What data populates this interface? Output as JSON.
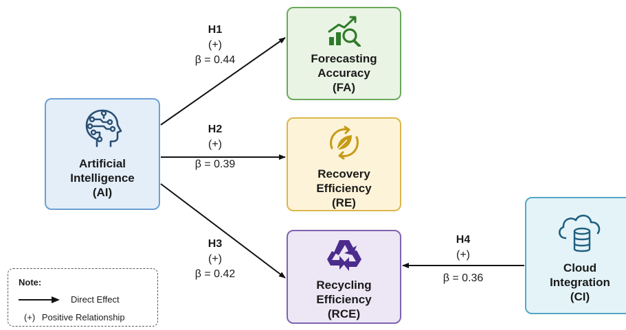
{
  "nodes": {
    "ai": {
      "line1": "Artificial",
      "line2": "Intelligence",
      "abbr": "(AI)"
    },
    "fa": {
      "line1": "Forecasting",
      "line2": "Accuracy",
      "abbr": "(FA)"
    },
    "re": {
      "line1": "Recovery",
      "line2": "Efficiency",
      "abbr": "(RE)"
    },
    "rce": {
      "line1": "Recycling",
      "line2": "Efficiency",
      "abbr": "(RCE)"
    },
    "ci": {
      "line1": "Cloud",
      "line2": "Integration",
      "abbr": "(CI)"
    }
  },
  "hypotheses": [
    {
      "id": "H1",
      "sign": "(+)",
      "beta": "β = 0.44"
    },
    {
      "id": "H2",
      "sign": "(+)",
      "beta": "β = 0.39"
    },
    {
      "id": "H3",
      "sign": "(+)",
      "beta": "β = 0.42"
    },
    {
      "id": "H4",
      "sign": "(+)",
      "beta": "β = 0.36"
    }
  ],
  "note": {
    "title": "Note:",
    "direct_effect": "Direct Effect",
    "positive_symbol": "(+)",
    "positive_label": "Positive Relationship"
  },
  "colors": {
    "ai": "#6a9fd4",
    "fa": "#69a85b",
    "re": "#dcb64a",
    "rce": "#7e62ae",
    "ci": "#55a6c4",
    "arrow": "#111111"
  },
  "icons": {
    "ai": "brain-circuit-icon",
    "fa": "chart-magnifier-icon",
    "re": "leaf-cycle-icon",
    "rce": "recycle-icon",
    "ci": "cloud-database-icon"
  }
}
